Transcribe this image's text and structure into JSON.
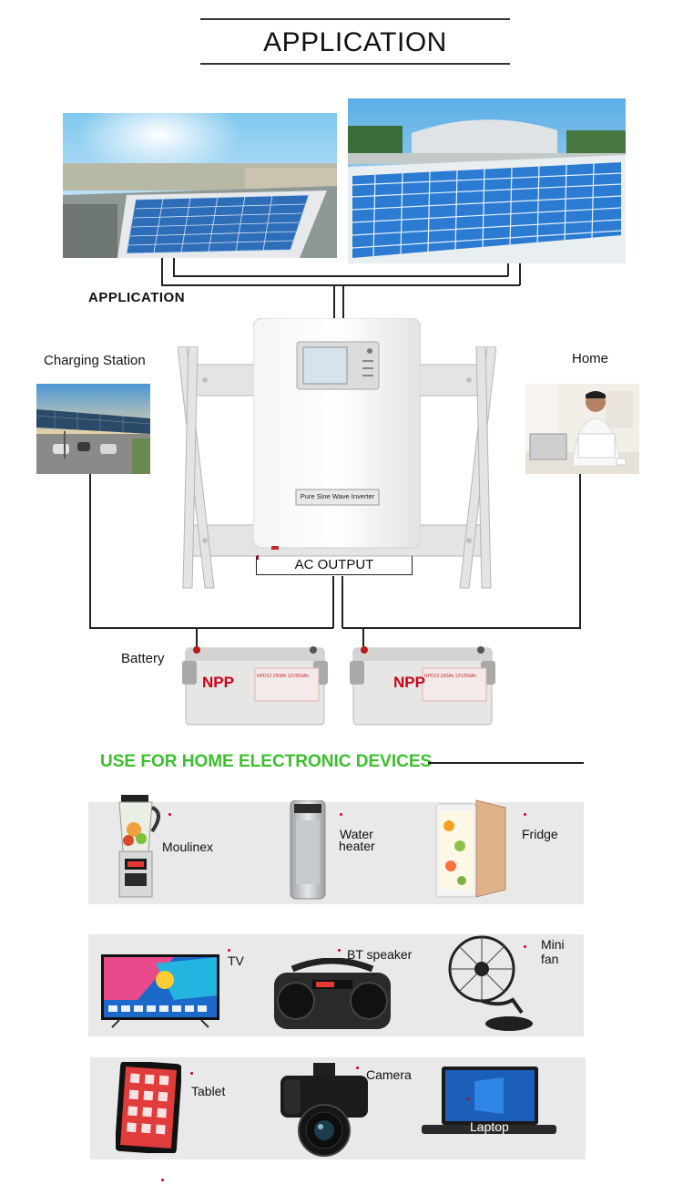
{
  "header": {
    "title": "APPLICATION"
  },
  "diagram": {
    "section_label": "APPLICATION",
    "charging_station_label": "Charging Station",
    "home_label": "Home",
    "inverter_caption": "Pure Sine Wave Inverter",
    "ac_output_label": "AC OUTPUT",
    "battery_label": "Battery",
    "battery_brand": "NPP",
    "battery_model": "NPD12-250Ah 12V250Ah",
    "battery_count": 2
  },
  "devices": {
    "section_title": "USE FOR HOME ELECTRONIC DEVICES",
    "rows": [
      {
        "items": [
          "Moulinex",
          "Water heater",
          "Fridge"
        ]
      },
      {
        "items": [
          "TV",
          "BT speaker",
          "Mini fan"
        ]
      },
      {
        "items": [
          "Tablet",
          "Camera",
          "Laptop"
        ]
      }
    ],
    "water_heater_line1": "Water",
    "water_heater_line2": "heater",
    "mini_fan_line1": "Mini",
    "mini_fan_line2": "fan"
  },
  "colors": {
    "accent_green": "#3cbf2e",
    "marker_red": "#d0021b",
    "panel_gray": "#e9e9e9",
    "line_dark": "#222222"
  }
}
